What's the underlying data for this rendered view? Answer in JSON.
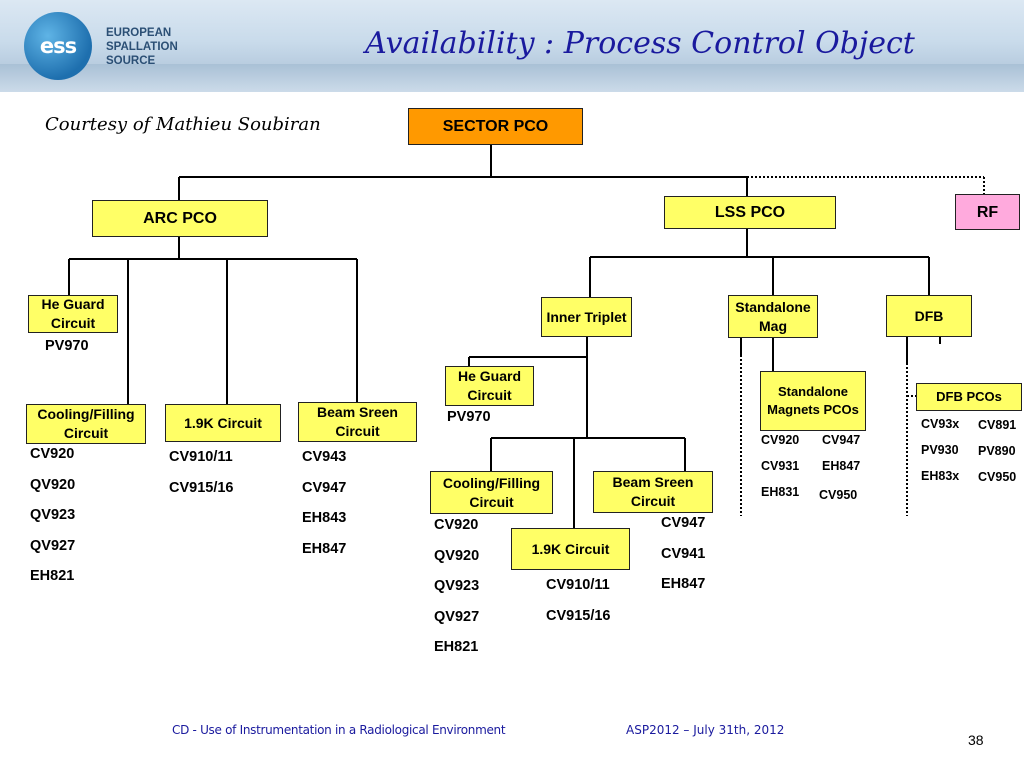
{
  "header": {
    "logo_mark": "ess",
    "logo_line1": "EUROPEAN",
    "logo_line2": "SPALLATION",
    "logo_line3": "SOURCE",
    "title": "Availability : Process Control Object"
  },
  "courtesy": "Courtesy of Mathieu Soubiran",
  "nodes": {
    "sector": "SECTOR PCO",
    "arc": "ARC PCO",
    "lss": "LSS PCO",
    "rf": "RF",
    "arc_he_guard": "He Guard Circuit",
    "arc_cooling": "Cooling/Filling Circuit",
    "arc_19k": "1.9K Circuit",
    "arc_beam": "Beam Sreen Circuit",
    "inner_triplet": "Inner Triplet",
    "standalone_mag": "Standalone Mag",
    "dfb": "DFB",
    "it_he_guard": "He Guard Circuit",
    "it_cooling": "Cooling/Filling Circuit",
    "it_19k": "1.9K Circuit",
    "it_beam": "Beam Sreen Circuit",
    "standalone_pcos": "Standalone Magnets PCOs",
    "dfb_pcos": "DFB PCOs"
  },
  "lists": {
    "arc_he_guard": [
      "PV970"
    ],
    "arc_cooling": [
      "CV920",
      "QV920",
      "QV923",
      "QV927",
      "EH821"
    ],
    "arc_19k": [
      "CV910/11",
      "CV915/16"
    ],
    "arc_beam": [
      "CV943",
      "CV947",
      "EH843",
      "EH847"
    ],
    "it_he_guard": [
      "PV970"
    ],
    "it_cooling": [
      "CV920",
      "QV920",
      "QV923",
      "QV927",
      "EH821"
    ],
    "it_19k": [
      "CV910/11",
      "CV915/16"
    ],
    "it_beam": [
      "CV947",
      "CV941",
      "EH847"
    ],
    "standalone_col1": [
      "CV920",
      "CV931",
      "EH831"
    ],
    "standalone_col2": [
      "CV947",
      "EH847",
      "CV950"
    ],
    "dfb_col1": [
      "CV93x",
      "PV930",
      "EH83x"
    ],
    "dfb_col2": [
      "CV891",
      "PV890",
      "CV950"
    ]
  },
  "footer": {
    "left": "CD - Use of Instrumentation in a Radiological Environment",
    "right": "ASP2012 – July 31th, 2012",
    "page": "38"
  },
  "colors": {
    "box_fill": "#ffff66",
    "sector_fill": "#ff9900",
    "rf_fill": "#ffaadd",
    "title_color": "#1a1a9e"
  }
}
